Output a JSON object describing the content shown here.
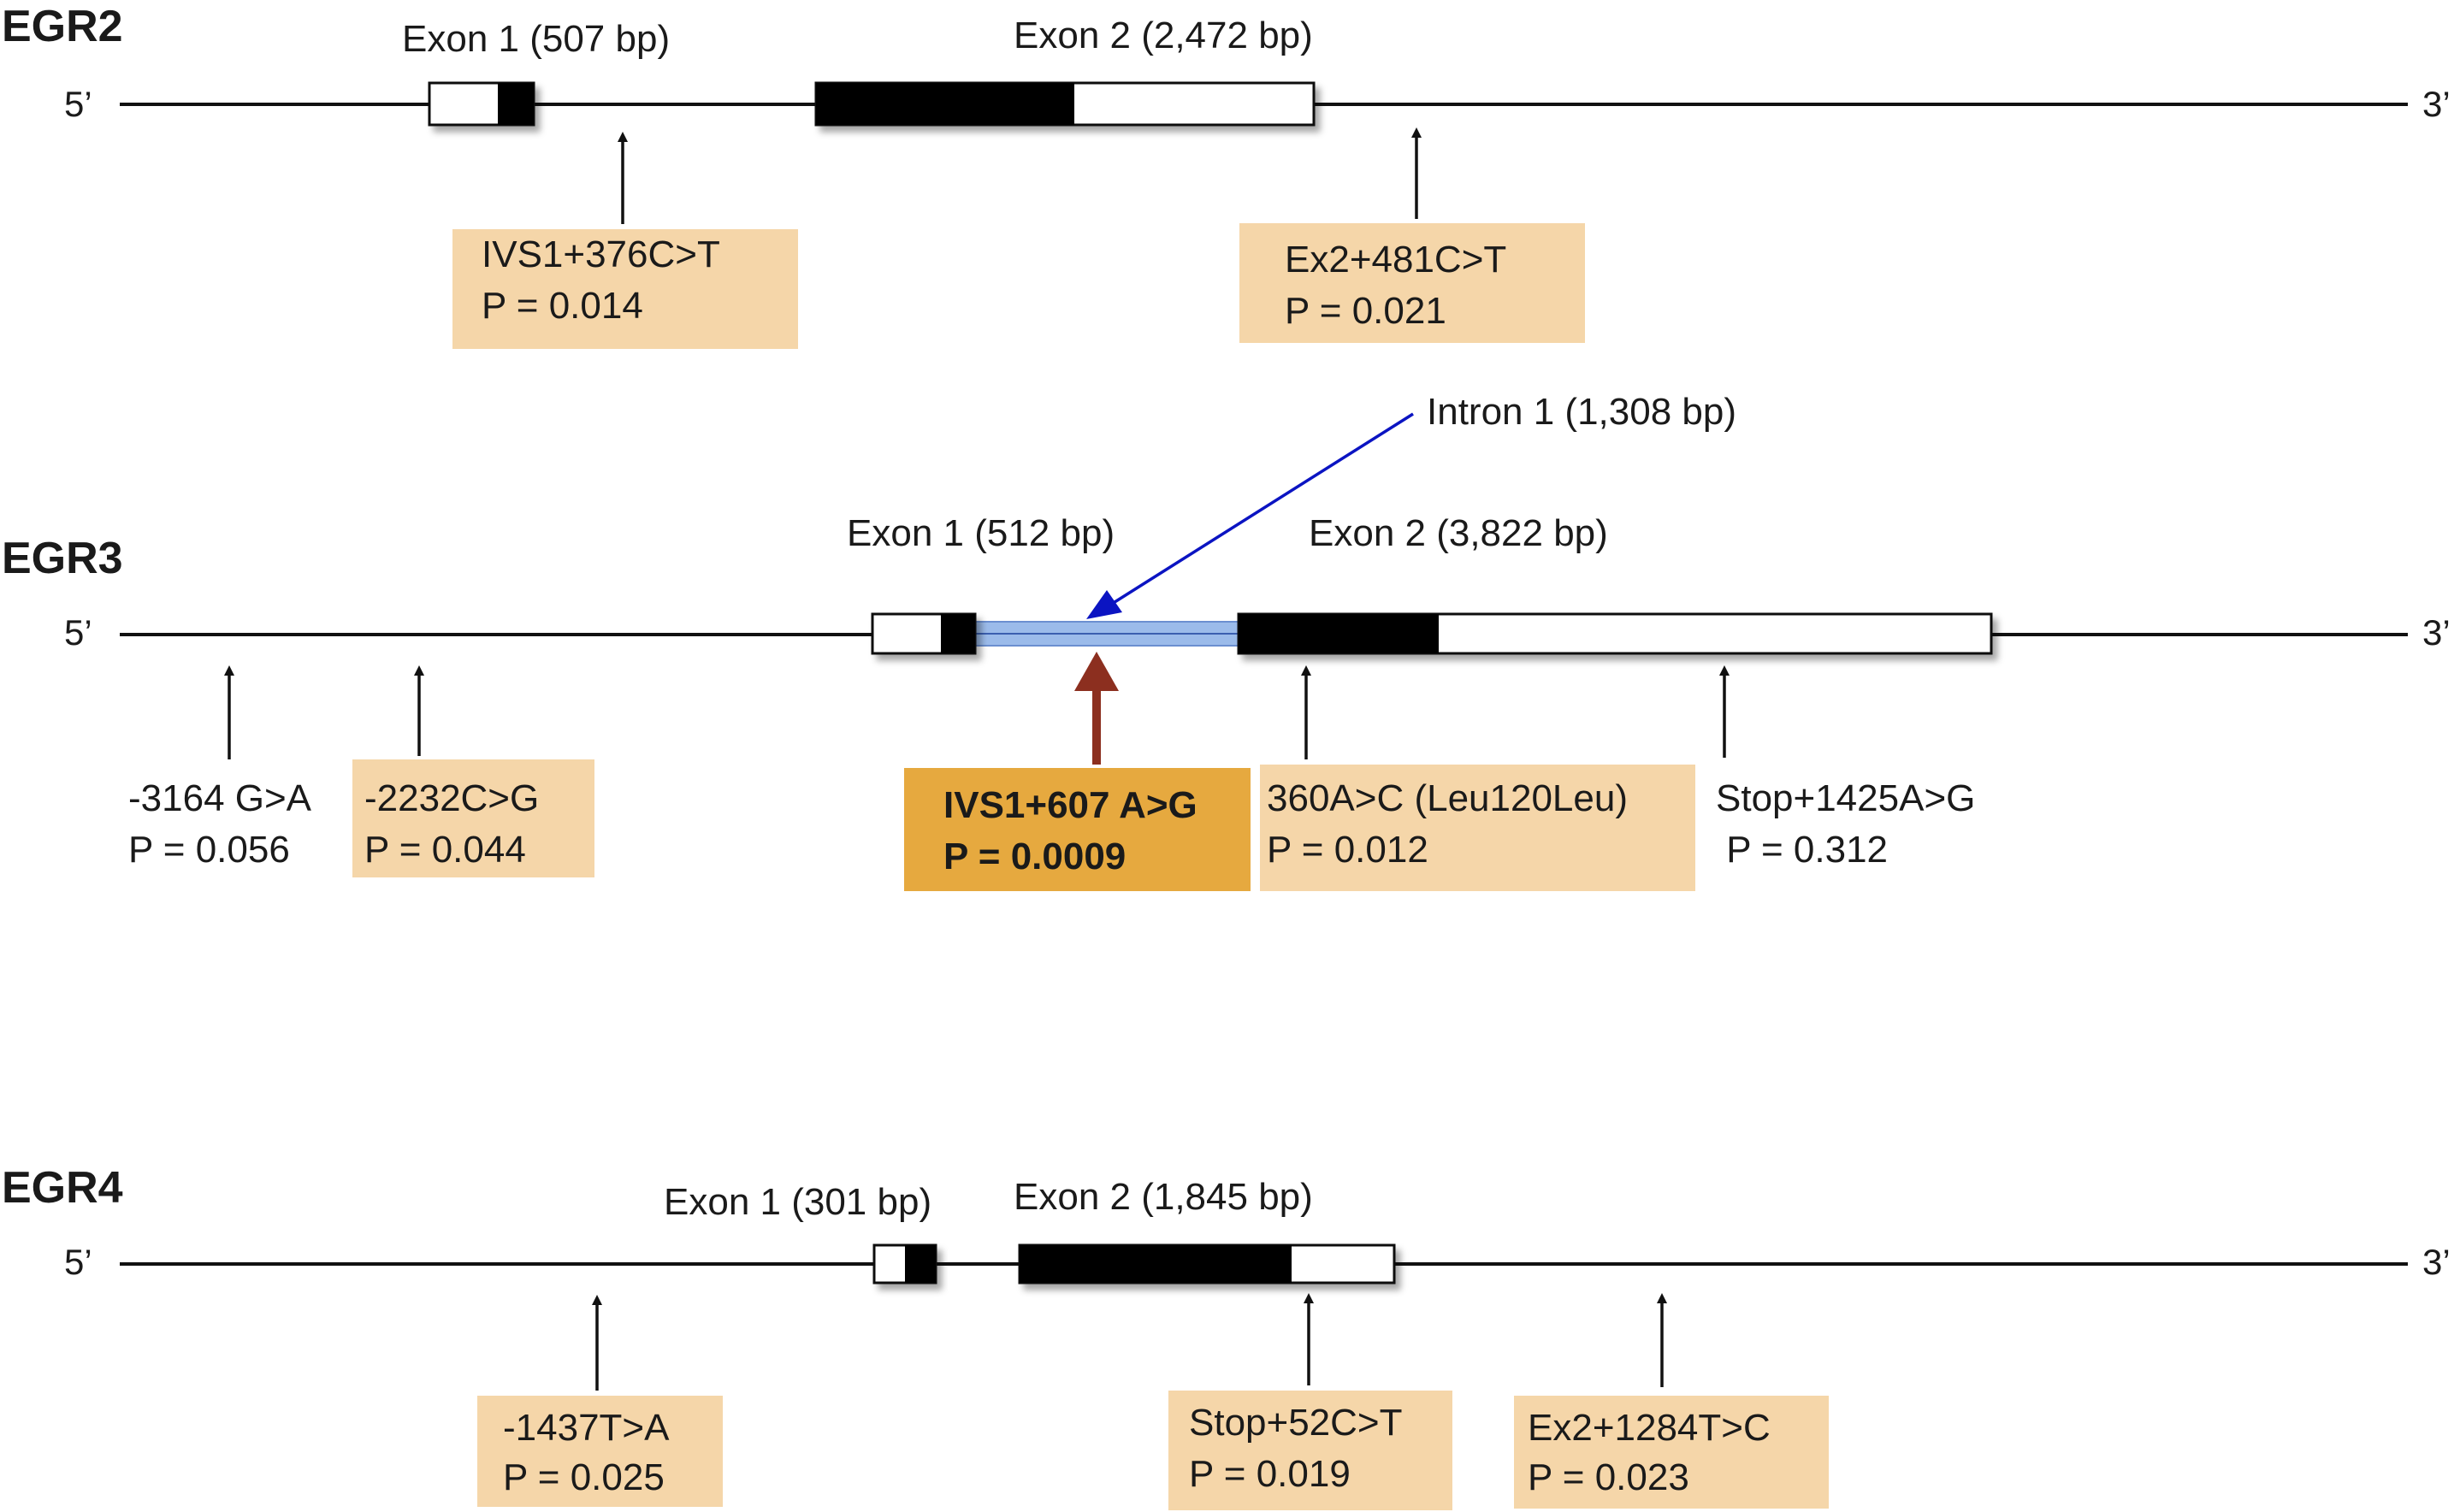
{
  "figure": {
    "colors": {
      "variant_box": "#f5d6a9",
      "highlight_box": "#e6a93f",
      "intron_highlight": "#9bbbea",
      "intron_arrow": "#0b14c2",
      "highlight_arrow": "#8c2f1f",
      "line": "#111111"
    },
    "genes": [
      {
        "name": "EGR2",
        "five_prime": "5’",
        "three_prime": "3’",
        "exon1_label": "Exon 1 (507 bp)",
        "exon2_label": "Exon 2 (2,472 bp)",
        "variants": [
          {
            "name": "IVS1+376C>T",
            "p": "P = 0.014"
          },
          {
            "name": "Ex2+481C>T",
            "p": "P = 0.021"
          }
        ]
      },
      {
        "name": "EGR3",
        "five_prime": "5’",
        "three_prime": "3’",
        "exon1_label": "Exon 1 (512 bp)",
        "exon2_label": "Exon 2 (3,822 bp)",
        "intron_label": "Intron 1 (1,308 bp)",
        "variants": [
          {
            "name": "-3164 G>A",
            "p": "P = 0.056"
          },
          {
            "name": "-2232C>G",
            "p": "P = 0.044"
          },
          {
            "name": "IVS1+607 A>G",
            "p": "P = 0.0009"
          },
          {
            "name": "360A>C (Leu120Leu)",
            "p": "P = 0.012"
          },
          {
            "name": "Stop+1425A>G",
            "p": " P = 0.312"
          }
        ]
      },
      {
        "name": "EGR4",
        "five_prime": "5’",
        "three_prime": "3’",
        "exon1_label": "Exon 1 (301 bp)",
        "exon2_label": "Exon 2 (1,845 bp)",
        "variants": [
          {
            "name": "-1437T>A",
            "p": "P = 0.025"
          },
          {
            "name": "Stop+52C>T",
            "p": "P = 0.019"
          },
          {
            "name": "Ex2+1284T>C",
            "p": "P = 0.023"
          }
        ]
      }
    ]
  }
}
